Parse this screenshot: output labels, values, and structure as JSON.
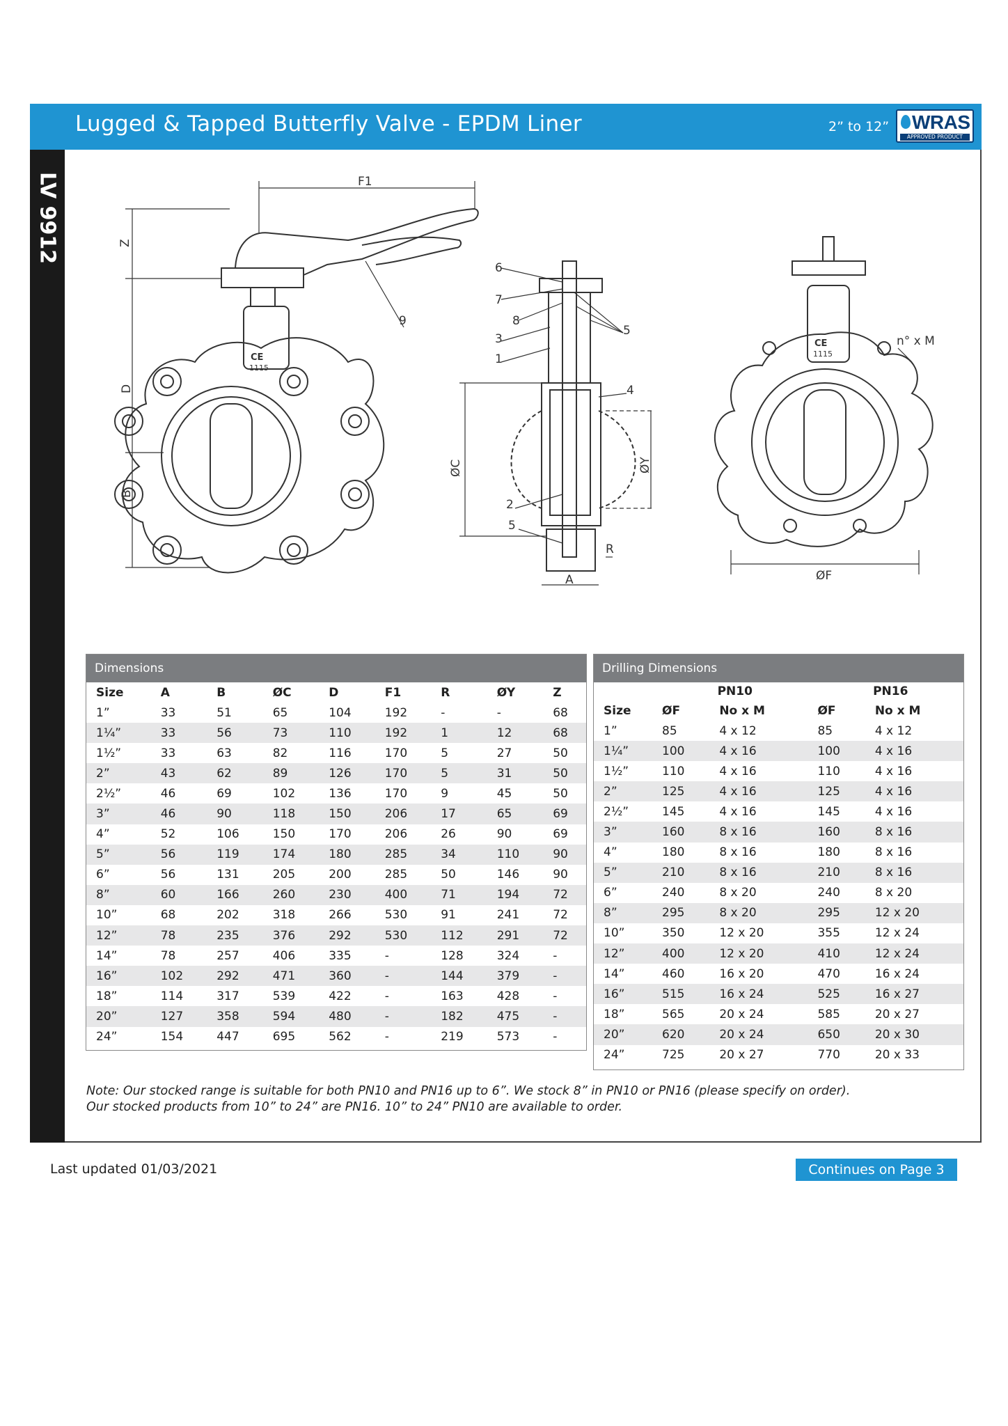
{
  "header": {
    "title": "Lugged & Tapped Butterfly Valve - EPDM Liner",
    "size_range": "2” to 12”",
    "logo_text": "WRAS",
    "logo_sub": "APPROVED PRODUCT"
  },
  "sidebar": {
    "code": "LV 9912"
  },
  "drawing": {
    "labels": {
      "f1": "F1",
      "z": "Z",
      "d": "D",
      "b": "B",
      "callout_9": "9",
      "c": "ØC",
      "y": "ØY",
      "a": "A",
      "r": "R",
      "p1": "1",
      "p2": "2",
      "p3": "3",
      "p4": "4",
      "p5a": "5",
      "p5b": "5",
      "p6": "6",
      "p7": "7",
      "p8": "8",
      "f": "ØF",
      "nm": "n° x M",
      "ce": "CE",
      "ce_num": "1115"
    }
  },
  "dimensions": {
    "title": "Dimensions",
    "columns": [
      "Size",
      "A",
      "B",
      "ØC",
      "D",
      "F1",
      "R",
      "ØY",
      "Z"
    ],
    "rows": [
      [
        "1”",
        "33",
        "51",
        "65",
        "104",
        "192",
        "-",
        "-",
        "68"
      ],
      [
        "1¼”",
        "33",
        "56",
        "73",
        "110",
        "192",
        "1",
        "12",
        "68"
      ],
      [
        "1½”",
        "33",
        "63",
        "82",
        "116",
        "170",
        "5",
        "27",
        "50"
      ],
      [
        "2”",
        "43",
        "62",
        "89",
        "126",
        "170",
        "5",
        "31",
        "50"
      ],
      [
        "2½”",
        "46",
        "69",
        "102",
        "136",
        "170",
        "9",
        "45",
        "50"
      ],
      [
        "3”",
        "46",
        "90",
        "118",
        "150",
        "206",
        "17",
        "65",
        "69"
      ],
      [
        "4”",
        "52",
        "106",
        "150",
        "170",
        "206",
        "26",
        "90",
        "69"
      ],
      [
        "5”",
        "56",
        "119",
        "174",
        "180",
        "285",
        "34",
        "110",
        "90"
      ],
      [
        "6”",
        "56",
        "131",
        "205",
        "200",
        "285",
        "50",
        "146",
        "90"
      ],
      [
        "8”",
        "60",
        "166",
        "260",
        "230",
        "400",
        "71",
        "194",
        "72"
      ],
      [
        "10”",
        "68",
        "202",
        "318",
        "266",
        "530",
        "91",
        "241",
        "72"
      ],
      [
        "12”",
        "78",
        "235",
        "376",
        "292",
        "530",
        "112",
        "291",
        "72"
      ],
      [
        "14”",
        "78",
        "257",
        "406",
        "335",
        "-",
        "128",
        "324",
        "-"
      ],
      [
        "16”",
        "102",
        "292",
        "471",
        "360",
        "-",
        "144",
        "379",
        "-"
      ],
      [
        "18”",
        "114",
        "317",
        "539",
        "422",
        "-",
        "163",
        "428",
        "-"
      ],
      [
        "20”",
        "127",
        "358",
        "594",
        "480",
        "-",
        "182",
        "475",
        "-"
      ],
      [
        "24”",
        "154",
        "447",
        "695",
        "562",
        "-",
        "219",
        "573",
        "-"
      ]
    ]
  },
  "drilling": {
    "title": "Drilling Dimensions",
    "groups": [
      "PN10",
      "PN16"
    ],
    "columns": [
      "Size",
      "ØF",
      "No x M",
      "ØF",
      "No x M"
    ],
    "rows": [
      [
        "1”",
        "85",
        "4 x 12",
        "85",
        "4 x 12"
      ],
      [
        "1¼”",
        "100",
        "4 x 16",
        "100",
        "4 x 16"
      ],
      [
        "1½”",
        "110",
        "4 x 16",
        "110",
        "4 x 16"
      ],
      [
        "2”",
        "125",
        "4 x 16",
        "125",
        "4 x 16"
      ],
      [
        "2½”",
        "145",
        "4 x 16",
        "145",
        "4 x 16"
      ],
      [
        "3”",
        "160",
        "8 x 16",
        "160",
        "8 x 16"
      ],
      [
        "4”",
        "180",
        "8 x 16",
        "180",
        "8 x 16"
      ],
      [
        "5”",
        "210",
        "8 x 16",
        "210",
        "8 x 16"
      ],
      [
        "6”",
        "240",
        "8 x 20",
        "240",
        "8 x 20"
      ],
      [
        "8”",
        "295",
        "8 x 20",
        "295",
        "12 x 20"
      ],
      [
        "10”",
        "350",
        "12 x 20",
        "355",
        "12 x 24"
      ],
      [
        "12”",
        "400",
        "12 x 20",
        "410",
        "12 x 24"
      ],
      [
        "14”",
        "460",
        "16 x 20",
        "470",
        "16 x 24"
      ],
      [
        "16”",
        "515",
        "16 x 24",
        "525",
        "16 x 27"
      ],
      [
        "18”",
        "565",
        "20 x 24",
        "585",
        "20 x 27"
      ],
      [
        "20”",
        "620",
        "20 x 24",
        "650",
        "20 x 30"
      ],
      [
        "24”",
        "725",
        "20 x 27",
        "770",
        "20 x 33"
      ]
    ]
  },
  "note": {
    "line1": "Note: Our stocked range is suitable for both PN10 and PN16 up to 6”. We stock 8” in PN10 or PN16 (please specify on order).",
    "line2": "Our stocked products from 10” to 24” are PN16. 10” to 24” PN10 are available to order."
  },
  "footer": {
    "last_updated": "Last updated 01/03/2021",
    "continues": "Continues on Page 3"
  }
}
